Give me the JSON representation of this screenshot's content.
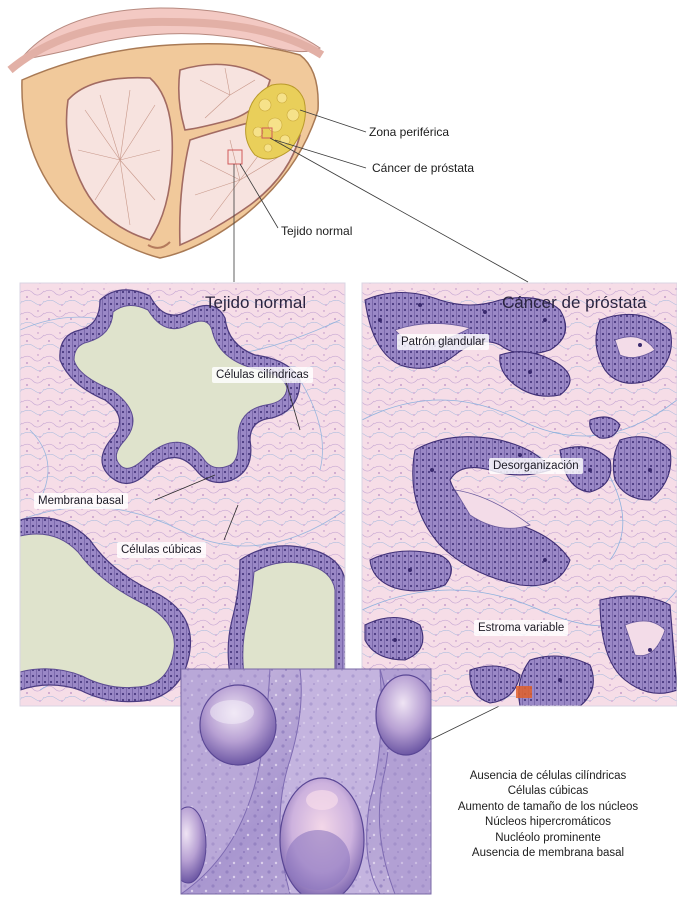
{
  "labels": {
    "zona_periferica": "Zona periférica",
    "cancer_prostata_callout": "Cáncer de próstata",
    "tejido_normal_callout": "Tejido normal"
  },
  "normal_panel": {
    "title": "Tejido normal",
    "labels": {
      "celulas_cilindricas": "Células cilíndricas",
      "membrana_basal": "Membrana basal",
      "celulas_cubicas": "Células cúbicas"
    }
  },
  "cancer_panel": {
    "title": "Cáncer  de próstata",
    "labels": {
      "patron_glandular": "Patrón glandular",
      "desorganizacion": "Desorganización",
      "estroma_variable": "Estroma variable"
    }
  },
  "summary": [
    "Ausencia de células cilíndricas",
    "Células cúbicas",
    "Aumento de tamaño de los núcleos",
    "Núcleos hipercromáticos",
    "Nucléolo prominente",
    "Ausencia de membrana basal"
  ],
  "colors": {
    "stroma_pink": "#f5dce6",
    "epithelium_purple": "#8a78b8",
    "lumen_green": "#dfe3cc",
    "tumor_yellow": "#e9cf5a",
    "prostate_tan": "#f1c99b"
  }
}
